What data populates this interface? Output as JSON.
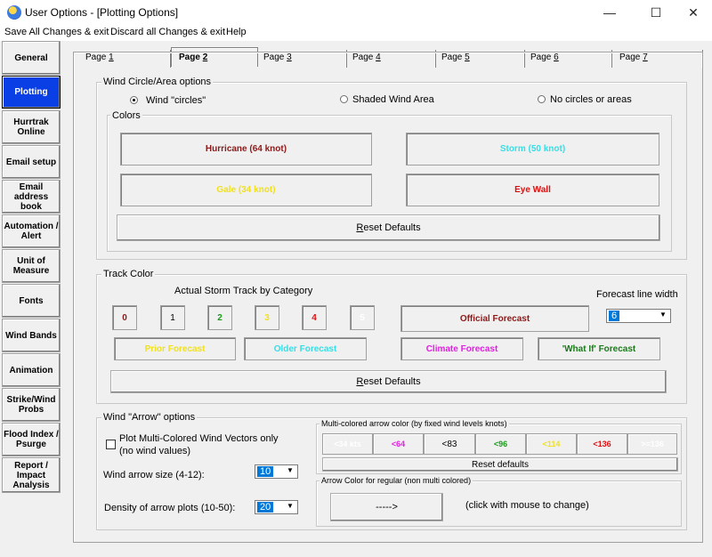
{
  "window": {
    "title": "User Options - [Plotting Options]",
    "min": "—",
    "max": "☐",
    "close": "✕"
  },
  "menu": [
    "Save All Changes & exit",
    "Discard all Changes & exit",
    "Help"
  ],
  "sidebar": [
    "General",
    "Plotting",
    "Hurrtrak Online",
    "Email setup",
    "Email address book",
    "Automation / Alert",
    "Unit of Measure",
    "Fonts",
    "Wind Bands",
    "Animation",
    "Strike/Wind Probs",
    "Flood Index / Psurge",
    "Report / Impact Analysis"
  ],
  "tabs": [
    {
      "word": "Page ",
      "num": "1"
    },
    {
      "word": "Page ",
      "num": "2"
    },
    {
      "word": "Page ",
      "num": "3"
    },
    {
      "word": "Page ",
      "num": "4"
    },
    {
      "word": "Page ",
      "num": "5"
    },
    {
      "word": "Page ",
      "num": "6"
    },
    {
      "word": "Page ",
      "num": "7"
    }
  ],
  "wind_circle": {
    "legend": "Wind Circle/Area options",
    "opt1": "Wind \"circles\"",
    "opt2": "Shaded Wind Area",
    "opt3": "No circles or areas",
    "colors_legend": "Colors",
    "hurricane": "Hurricane (64 knot)",
    "storm": "Storm (50 knot)",
    "gale": "Gale (34 knot)",
    "eyewall": "Eye Wall",
    "reset_pre": "R",
    "reset_rest": "eset Defaults"
  },
  "track": {
    "legend": "Track Color",
    "heading": "Actual Storm Track by Category",
    "cats": [
      "0",
      "1",
      "2",
      "3",
      "4",
      "5"
    ],
    "official": "Official Forecast",
    "fcst_width_label": "Forecast line width",
    "fcst_width": "6",
    "prior": "Prior Forecast",
    "older": "Older Forecast",
    "climate": "Climate Forecast",
    "whatif": "'What If' Forecast",
    "reset_pre": "R",
    "reset_rest": "eset Defaults"
  },
  "arrow": {
    "legend": "Wind \"Arrow\" options",
    "plot_multi_line1": "Plot Multi-Colored Wind Vectors only",
    "plot_multi_line2": "(no wind values)",
    "size_label": "Wind arrow size (4-12):",
    "size_value": "10",
    "density_label": "Density of arrow plots (10-50):",
    "density_value": "20",
    "multi_legend": "Multi-colored arrow color (by fixed wind levels knots)",
    "levels": [
      "<34 kts",
      "<64",
      "<83",
      "<96",
      "<114",
      "<136",
      ">=136"
    ],
    "reset": "Reset defaults",
    "regular_legend": "Arrow Color for regular (non multi colored)",
    "regular_btn": "----->",
    "regular_hint": "(click with mouse to change)"
  },
  "colors": {
    "hurricane": "#8b1a1a",
    "storm": "#33e0e8",
    "gale": "#f0e020",
    "eyewall": "#e01010",
    "cat0": "#8b1a1a",
    "cat1": "#000000",
    "cat2": "#1a9a1a",
    "cat3": "#f0e020",
    "cat4": "#e01010",
    "cat5": "#ffffff",
    "official": "#8b1a1a",
    "prior": "#f0e020",
    "older": "#33e0e8",
    "climate": "#e020e0",
    "whatif": "#1a7a1a",
    "accent": "#0a3fe6"
  }
}
